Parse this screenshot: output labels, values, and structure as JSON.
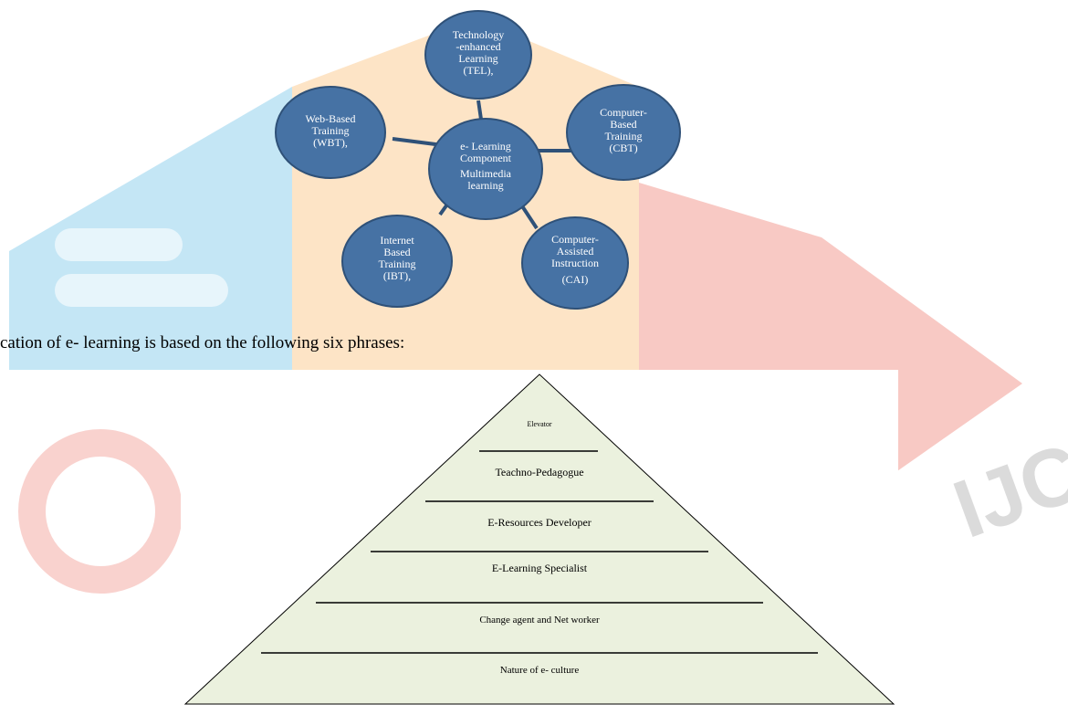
{
  "watermark": {
    "text": "IJCRT",
    "colors": {
      "blue": "#2aa6dc",
      "orange": "#f7941d",
      "red": "#e94b3c"
    }
  },
  "hub_diagram": {
    "center": {
      "line1": "e- Learning",
      "line2": "Component",
      "line3": "Multimedia",
      "line4": "learning"
    },
    "nodes": [
      {
        "id": "tel",
        "lines": [
          "Technology",
          "-enhanced",
          "Learning",
          "(TEL),"
        ]
      },
      {
        "id": "cbt",
        "lines": [
          "Computer-",
          "Based",
          "Training",
          "(CBT)"
        ]
      },
      {
        "id": "cai",
        "lines": [
          "Computer-",
          "Assisted",
          "Instruction",
          "(CAI)"
        ]
      },
      {
        "id": "ibt",
        "lines": [
          "Internet",
          "Based",
          "Training",
          "(IBT),"
        ]
      },
      {
        "id": "wbt",
        "lines": [
          "Web-Based",
          "Training",
          "(WBT),"
        ]
      }
    ],
    "colors": {
      "fill": "#4672a4",
      "edge": "#2f5178",
      "text": "#ffffff"
    }
  },
  "caption": "cation of e- learning is based on the following six phrases:",
  "pyramid": {
    "tiers": [
      {
        "id": "t1",
        "label": "Elevator"
      },
      {
        "id": "t2",
        "label": "Teachno-Pedagogue"
      },
      {
        "id": "t3",
        "label": "E-Resources Developer"
      },
      {
        "id": "t4",
        "label": "E-Learning Specialist"
      },
      {
        "id": "t5",
        "label": "Change agent and Net worker"
      },
      {
        "id": "t6",
        "label": "Nature of e- culture"
      }
    ],
    "colors": {
      "fill": "#ebf1de",
      "stroke": "#000000"
    }
  }
}
